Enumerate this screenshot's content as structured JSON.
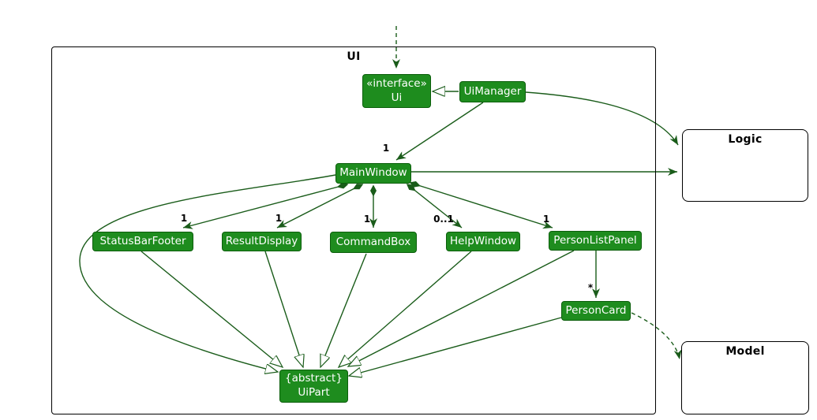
{
  "diagram": {
    "containers": {
      "ui": {
        "label": "UI"
      },
      "logic": {
        "label": "Logic"
      },
      "model": {
        "label": "Model"
      }
    },
    "classes": {
      "ui_interface": {
        "stereotype": "«interface»",
        "name": "Ui"
      },
      "ui_manager": {
        "name": "UiManager"
      },
      "main_window": {
        "name": "MainWindow"
      },
      "status_bar_footer": {
        "name": "StatusBarFooter"
      },
      "result_display": {
        "name": "ResultDisplay"
      },
      "command_box": {
        "name": "CommandBox"
      },
      "help_window": {
        "name": "HelpWindow"
      },
      "person_list_panel": {
        "name": "PersonListPanel"
      },
      "person_card": {
        "name": "PersonCard"
      },
      "ui_part": {
        "modifier": "{abstract}",
        "name": "UiPart"
      }
    },
    "multiplicities": {
      "to_main_window": "1",
      "to_status_bar_footer": "1",
      "to_result_display": "1",
      "to_command_box": "1",
      "to_help_window": "0..1",
      "to_person_list_panel": "1",
      "to_person_card": "*"
    },
    "relationships": [
      {
        "from": "(external)",
        "to": "Ui",
        "type": "dashed-dependency-arrow"
      },
      {
        "from": "UiManager",
        "to": "Ui",
        "type": "realization"
      },
      {
        "from": "UiManager",
        "to": "MainWindow",
        "type": "association",
        "label": "1"
      },
      {
        "from": "UiManager",
        "to": "Logic",
        "type": "association"
      },
      {
        "from": "MainWindow",
        "to": "Logic",
        "type": "association"
      },
      {
        "from": "MainWindow",
        "to": "StatusBarFooter",
        "type": "composition",
        "label": "1"
      },
      {
        "from": "MainWindow",
        "to": "ResultDisplay",
        "type": "composition",
        "label": "1"
      },
      {
        "from": "MainWindow",
        "to": "CommandBox",
        "type": "composition",
        "label": "1"
      },
      {
        "from": "MainWindow",
        "to": "HelpWindow",
        "type": "composition",
        "label": "0..1"
      },
      {
        "from": "MainWindow",
        "to": "PersonListPanel",
        "type": "composition",
        "label": "1"
      },
      {
        "from": "PersonListPanel",
        "to": "PersonCard",
        "type": "association",
        "label": "*"
      },
      {
        "from": "PersonCard",
        "to": "Model",
        "type": "dashed-dependency-arrow"
      },
      {
        "from": "MainWindow",
        "to": "UiPart",
        "type": "inheritance"
      },
      {
        "from": "StatusBarFooter",
        "to": "UiPart",
        "type": "inheritance"
      },
      {
        "from": "ResultDisplay",
        "to": "UiPart",
        "type": "inheritance"
      },
      {
        "from": "CommandBox",
        "to": "UiPart",
        "type": "inheritance"
      },
      {
        "from": "HelpWindow",
        "to": "UiPart",
        "type": "inheritance"
      },
      {
        "from": "PersonListPanel",
        "to": "UiPart",
        "type": "inheritance"
      },
      {
        "from": "PersonCard",
        "to": "UiPart",
        "type": "inheritance"
      }
    ],
    "colors": {
      "class_fill": "#1E8C1E",
      "class_border": "#0B5E0B",
      "edge": "#1A5C1A",
      "container_border": "#000000",
      "class_text": "#FFFFFF",
      "label_text": "#000000"
    }
  }
}
